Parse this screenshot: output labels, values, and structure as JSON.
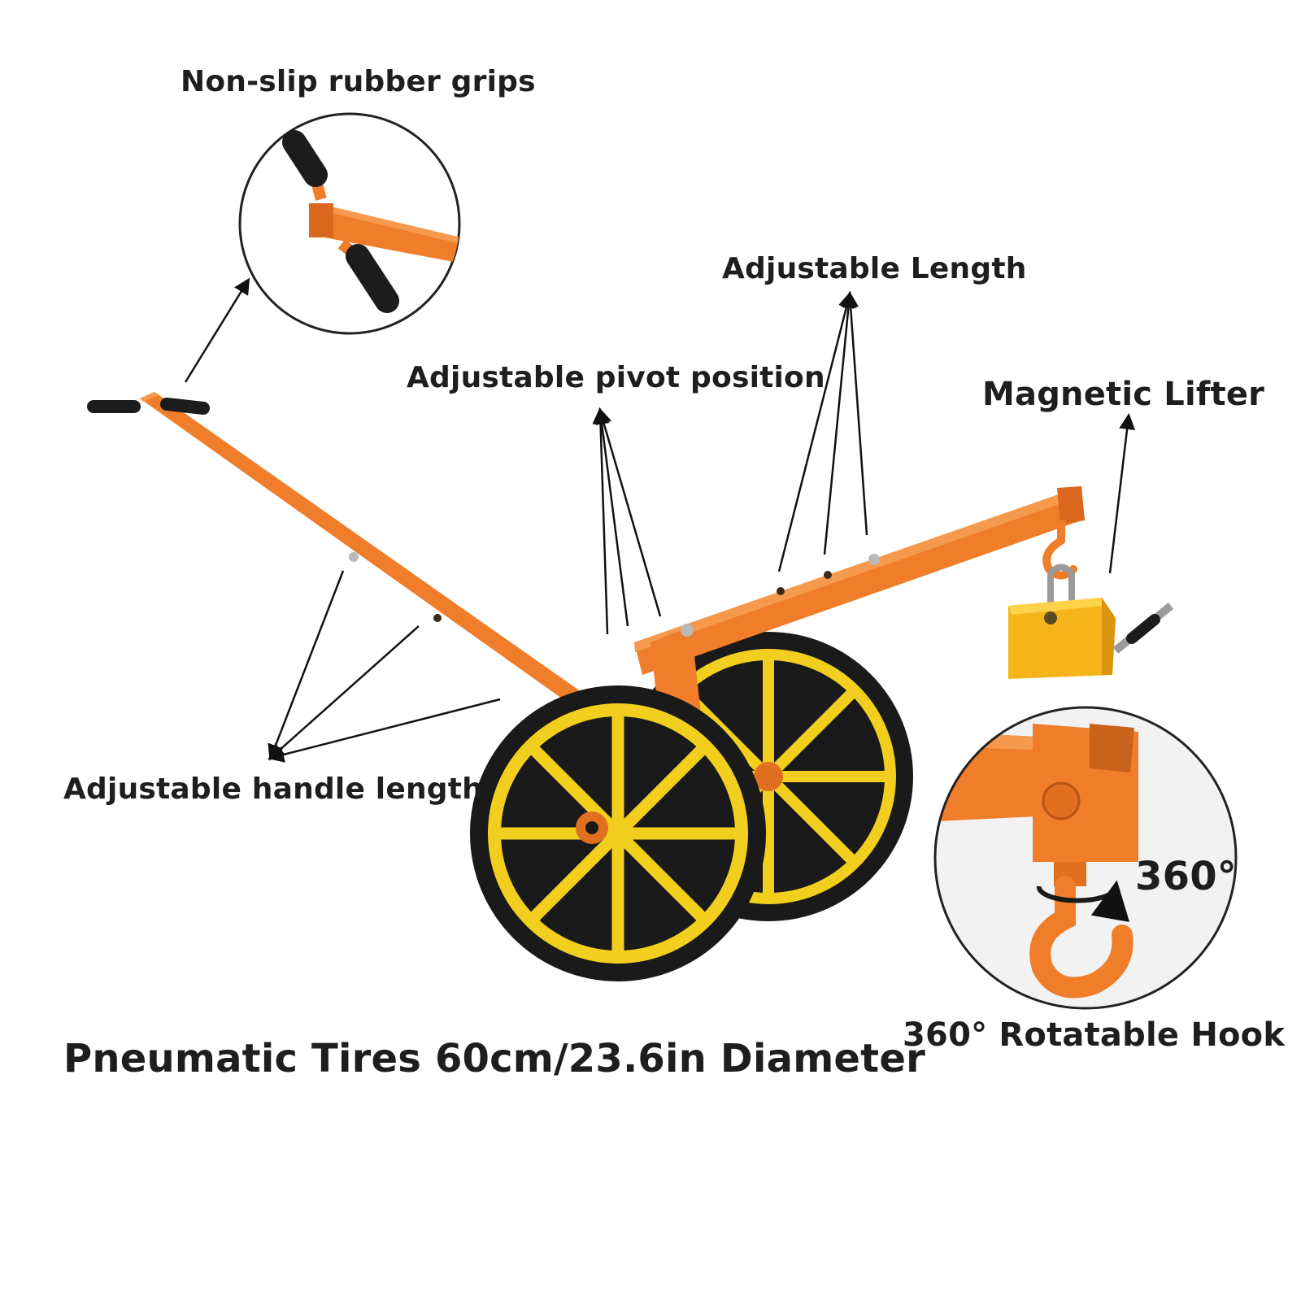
{
  "callouts": {
    "grips": "Non-slip rubber grips",
    "adjustable_length": "Adjustable Length",
    "pivot": "Adjustable pivot position",
    "magnetic_lifter": "Magnetic Lifter",
    "handle_length": "Adjustable handle length",
    "hook": "360° Rotatable Hook",
    "tires": "Pneumatic Tires 60cm/23.6in Diameter",
    "rotation_badge": "360°"
  },
  "colors": {
    "frame": "#ef7d2a",
    "frame_dark": "#c9621a",
    "wheel_rim": "#f2cf1e",
    "tire": "#1a1a1a",
    "magnet": "#f4b41a",
    "text": "#1e1e1e"
  },
  "icons": [
    "arrow-icon",
    "grip-icon",
    "hook-icon",
    "rotate-icon",
    "magnet-icon",
    "wheel-icon"
  ]
}
